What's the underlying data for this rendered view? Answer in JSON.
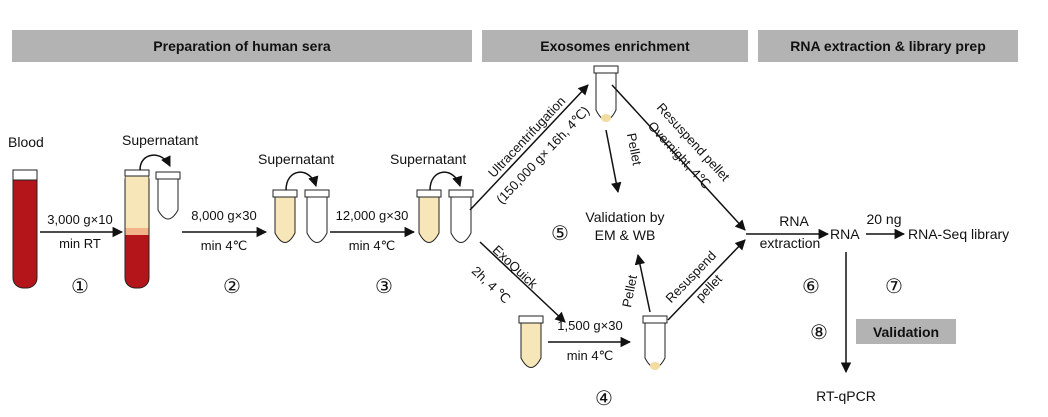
{
  "headers": {
    "prep": "Preparation of human sera",
    "exosome": "Exosomes enrichment",
    "rna": "RNA extraction & library prep",
    "validation": "Validation"
  },
  "labels": {
    "blood": "Blood",
    "supernatant_1": "Supernatant",
    "supernatant_2": "Supernatant",
    "supernatant_3": "Supernatant",
    "spin1_line1": "3,000 g×10",
    "spin1_line2": "min RT",
    "spin2_line1": "8,000 g×30",
    "spin2_line2": "min 4℃",
    "spin3_line1": "12,000 g×30",
    "spin3_line2": "min 4℃",
    "ultra_line1": "Ultracentrifugation",
    "ultra_line2": "(150,000 g× 16h, 4℃)",
    "exoquick_line1": "ExoQuick",
    "exoquick_line2": "2h, 4 ℃",
    "spin4_line1": "1,500 g×30",
    "spin4_line2": "min 4℃",
    "pellet_top": "Pellet",
    "pellet_bottom": "Pellet",
    "resuspend_top_line1": "Resuspend pellet",
    "resuspend_top_line2": "Overnight, 4℃",
    "resuspend_bottom_line1": "Resuspend",
    "resuspend_bottom_line2": "pellet",
    "validation_em_line1": "Validation by",
    "validation_em_line2": "EM & WB",
    "rna_extraction_line1": "RNA",
    "rna_extraction_line2": "extraction",
    "rna": "RNA",
    "ng": "20 ng",
    "library": "RNA-Seq library",
    "rtqpcr": "RT-qPCR"
  },
  "steps": [
    "①",
    "②",
    "③",
    "④",
    "⑤",
    "⑥",
    "⑦",
    "⑧"
  ],
  "colors": {
    "header_bg": "#b3b3b3",
    "blood": "#b3151b",
    "serum": "#f7e6b8",
    "buffy": "#f3b48a",
    "pellet": "#f2dca0"
  }
}
